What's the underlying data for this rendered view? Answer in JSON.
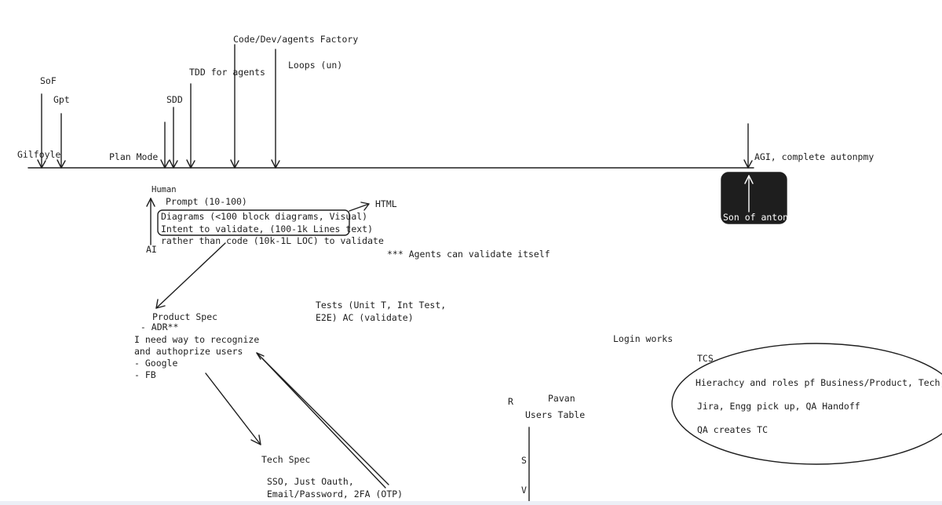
{
  "timeline": {
    "labels": {
      "gilfoyle": "Gilfoyle",
      "sof": "SoF",
      "gpt": "Gpt",
      "plan_mode": "Plan Mode",
      "sdd": "SDD",
      "tdd": "TDD for agents",
      "factory": "Code/Dev/agents Factory",
      "loops": "Loops (un)",
      "agi": "AGI, complete autonpmy"
    },
    "son_box": {
      "label": "Son of anton",
      "fill": "#1e1e1e"
    }
  },
  "scale": {
    "human": "Human",
    "ai": "AI",
    "prompt": "Prompt (10-100)",
    "diagrams": "Diagrams (<100 block diagrams, Visual)",
    "intent": "Intent to validate, (100-1k Lines text)",
    "rather": "rather than code (10k-1L LOC) to validate",
    "html": "HTML",
    "agents_validate": "*** Agents can validate itself"
  },
  "product_spec": {
    "title": "Product Spec",
    "adr": " - ADR**",
    "line1": "I need way to recognize",
    "line2": "and authoprize users",
    "opt1": "- Google",
    "opt2": "- FB"
  },
  "tests": {
    "line1": "Tests (Unit T, Int Test,",
    "line2": "E2E) AC (validate)"
  },
  "tech_spec": {
    "title": "Tech Spec",
    "line1": "SSO, Just Oauth,",
    "line2": "Email/Password, 2FA (OTP)"
  },
  "users": {
    "r": "R",
    "pavan": "Pavan",
    "table": "Users Table",
    "s": "S",
    "v": "V"
  },
  "tcs": {
    "login": "Login works",
    "title": "TCS",
    "line1": "Hierachcy and roles pf Business/Product, Tech, Manager",
    "line2": "Jira, Engg pick up, QA Handoff",
    "line3": "QA creates TC"
  },
  "colors": {
    "ink": "#1e1e1e",
    "paper": "#ffffff"
  }
}
